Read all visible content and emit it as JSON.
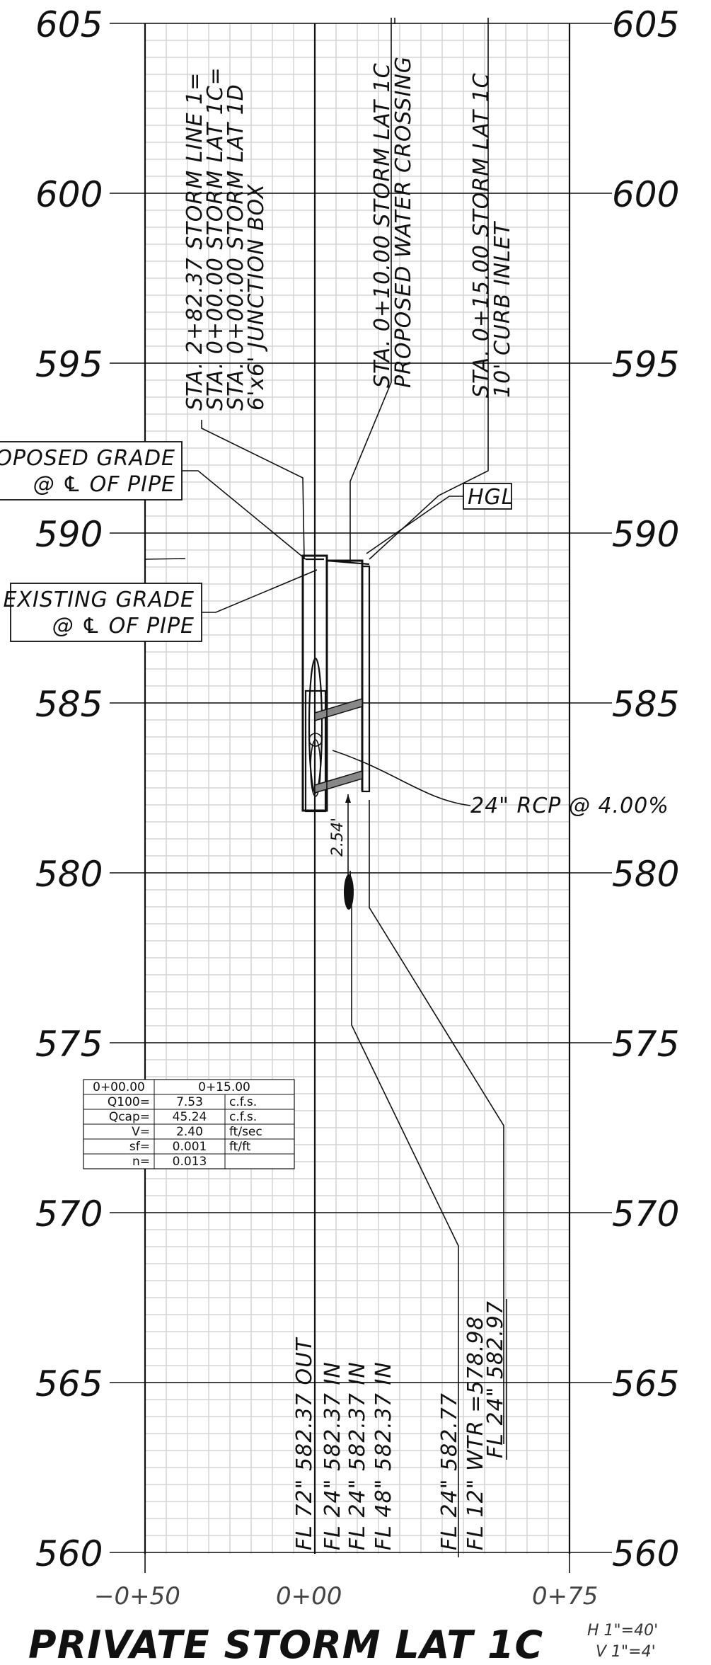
{
  "elevations": [
    "605",
    "600",
    "595",
    "590",
    "585",
    "580",
    "575",
    "570",
    "565",
    "560"
  ],
  "stations": [
    "−0+50",
    "0+00",
    "0+75"
  ],
  "title": "PRIVATE STORM  LAT 1C",
  "scale": {
    "horizontal": "H 1\"=40'",
    "vertical": "V 1\"=4'"
  },
  "callouts": {
    "junction_box": [
      "STA. 2+82.37 STORM LINE 1=",
      "STA. 0+00.00 STORM LAT 1C=",
      "STA. 0+00.00 STORM LAT 1D",
      "6'x6' JUNCTION BOX"
    ],
    "water_crossing": [
      "STA. 0+10.00 STORM LAT 1C",
      "PROPOSED WATER CROSSING"
    ],
    "curb_inlet": [
      "STA. 0+15.00 STORM LAT 1C",
      "10' CURB INLET"
    ]
  },
  "labels": {
    "proposed_grade": [
      "PROPOSED GRADE",
      "@ ℄ OF PIPE"
    ],
    "existing_grade": [
      "EXISTING GRADE",
      "@ ℄ OF PIPE"
    ],
    "hgl": "HGL",
    "pipe": "24\" RCP   @ 4.00%",
    "clearance": "2.54'"
  },
  "flowlines": {
    "left": [
      "FL 72\" 582.37 OUT",
      "FL 24\" 582.37 IN",
      "FL 24\" 582.37 IN",
      "FL 48\" 582.37 IN"
    ],
    "right": [
      "FL 24\" 582.77",
      "FL 12\" WTR =578.98",
      "FL 24\" 582.97"
    ]
  },
  "hydraulics": {
    "header": [
      "0+00.00",
      "0+15.00"
    ],
    "rows": [
      [
        "Q100=",
        "7.53",
        "c.f.s."
      ],
      [
        "Qcap=",
        "45.24",
        "c.f.s."
      ],
      [
        "V=",
        "2.40",
        "ft/sec"
      ],
      [
        "sf=",
        "0.001",
        "ft/ft"
      ],
      [
        "n=",
        "0.013",
        ""
      ]
    ]
  },
  "colors": {
    "ink": "#111111",
    "grid": "#d4d4d4"
  }
}
